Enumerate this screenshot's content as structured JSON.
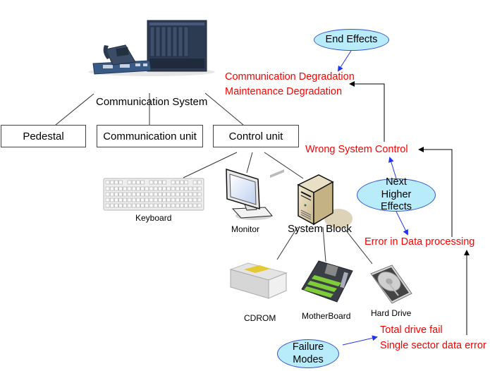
{
  "title_label": "Communication System",
  "subsystems": [
    {
      "label": "Pedestal"
    },
    {
      "label": "Communication unit"
    },
    {
      "label": "Control unit"
    }
  ],
  "control_unit_components": [
    {
      "label": "Keyboard",
      "icon": "keyboard-icon"
    },
    {
      "label": "Monitor",
      "icon": "monitor-icon"
    },
    {
      "label": "System Block",
      "icon": "pc-tower-icon"
    }
  ],
  "system_block_components": [
    {
      "label": "CDROM",
      "icon": "cdrom-drive-icon"
    },
    {
      "label": "MotherBoard",
      "icon": "motherboard-icon"
    },
    {
      "label": "Hard Drive",
      "icon": "hard-drive-icon"
    }
  ],
  "effects": {
    "end_effects_label": "End Effects",
    "end_effects": [
      "Communication Degradation",
      "Maintenance Degradation"
    ],
    "next_higher_label": "Next Higher Effects",
    "next_higher_effects": [
      "Wrong System Control",
      "Error in Data processing"
    ],
    "failure_modes_label": "Failure Modes",
    "failure_modes": [
      "Total drive fail",
      "Single sector data error"
    ]
  },
  "colors": {
    "effect_text": "#ff0000",
    "ellipse_fill": "#b8ecfb",
    "ellipse_stroke": "#3355cc",
    "pointer_arrow": "#2233ee",
    "flow_arrow": "#000000"
  }
}
